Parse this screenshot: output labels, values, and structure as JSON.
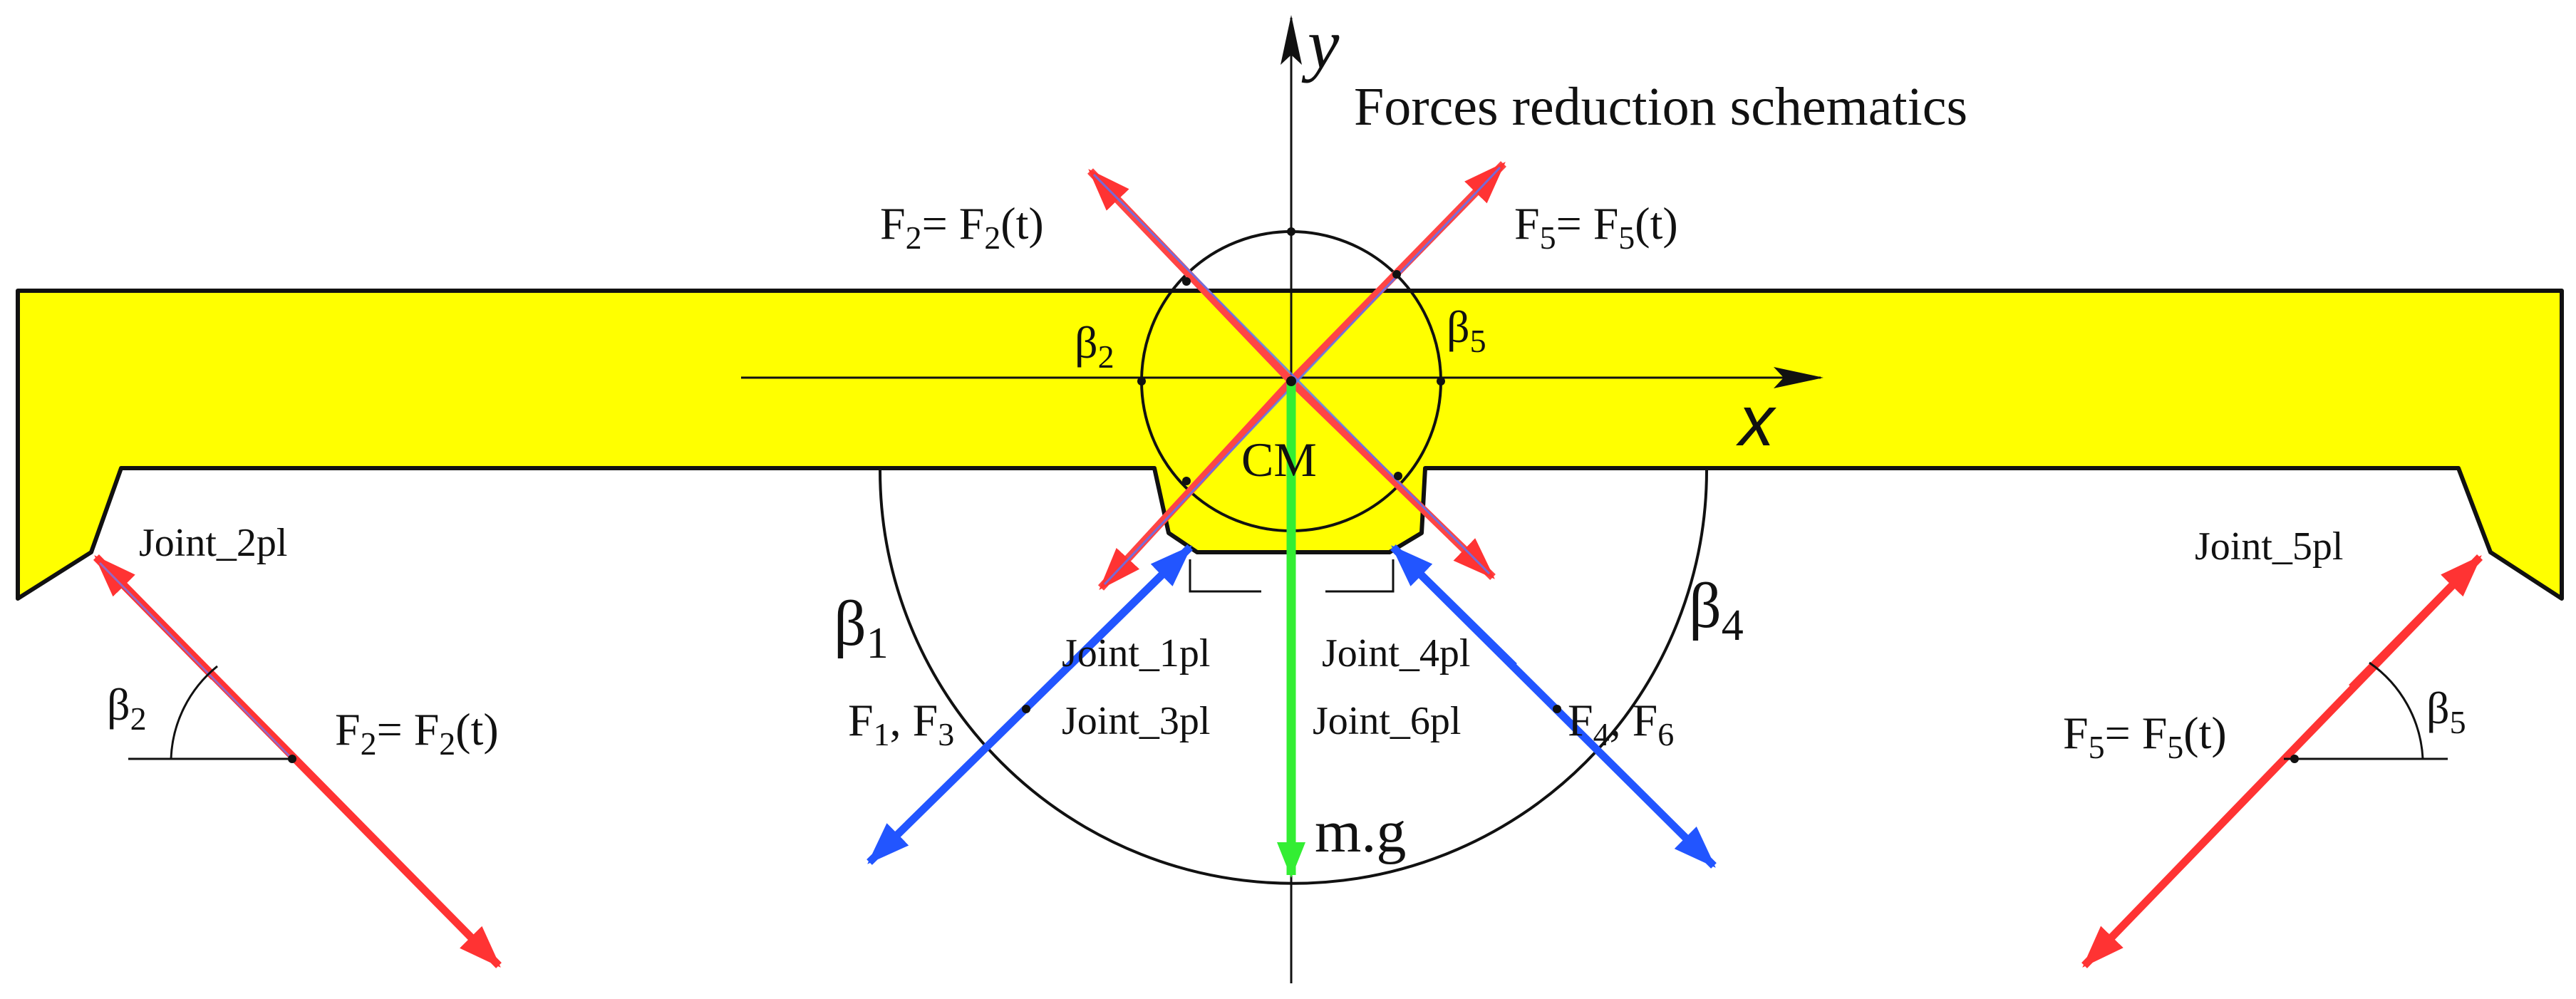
{
  "title": "Forces reduction schematics",
  "axes": {
    "x_label": "x",
    "y_label": "y"
  },
  "center_label": "CM",
  "angles": {
    "beta1": {
      "base": "β",
      "sub": "1"
    },
    "beta2": {
      "base": "β",
      "sub": "2"
    },
    "beta4": {
      "base": "β",
      "sub": "4"
    },
    "beta5": {
      "base": "β",
      "sub": "5"
    }
  },
  "forces": {
    "f2": {
      "lhs": "F",
      "lhs_sub": "2",
      "eq": "= ",
      "rhs": "F",
      "rhs_sub": "2",
      "rhs_tail": "(t)"
    },
    "f5": {
      "lhs": "F",
      "lhs_sub": "5",
      "eq": "= ",
      "rhs": "F",
      "rhs_sub": "5",
      "rhs_tail": "(t)"
    },
    "f13": {
      "a": "F",
      "a_sub": "1",
      "sep": ", ",
      "b": "F",
      "b_sub": "3"
    },
    "f46": {
      "a": "F",
      "a_sub": "4",
      "sep": ", ",
      "b": "F",
      "b_sub": "6"
    }
  },
  "joints": {
    "j1": "Joint_1pl",
    "j2": "Joint_2pl",
    "j3": "Joint_3pl",
    "j4": "Joint_4pl",
    "j5": "Joint_5pl",
    "j6": "Joint_6pl"
  },
  "weight_label": "m.g",
  "colors": {
    "body": "#ffff00",
    "red": "#ff2222",
    "blue": "#2255ff",
    "green": "#33ee33",
    "line": "#111111"
  }
}
